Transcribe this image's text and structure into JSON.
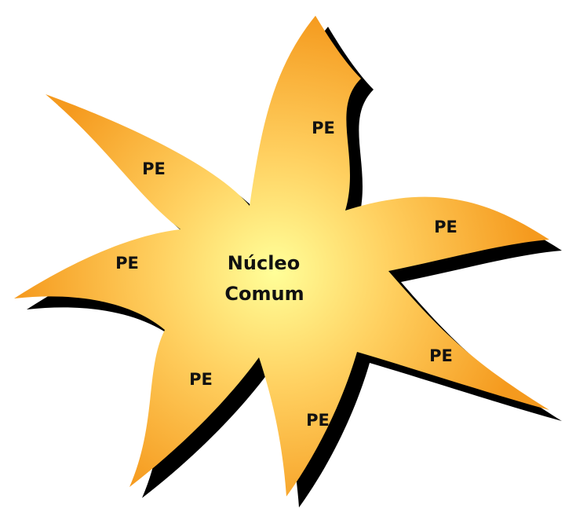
{
  "diagram": {
    "core": {
      "label_line1": "Núcleo",
      "label_line2": "Comum"
    },
    "petals": [
      {
        "label": "PE"
      },
      {
        "label": "PE"
      },
      {
        "label": "PE"
      },
      {
        "label": "PE"
      },
      {
        "label": "PE"
      },
      {
        "label": "PE"
      },
      {
        "label": "PE"
      }
    ],
    "colors": {
      "center": "#ffff99",
      "mid": "#ffd060",
      "edge": "#f59a1e",
      "shadow": "#000000",
      "text": "#111111"
    }
  }
}
